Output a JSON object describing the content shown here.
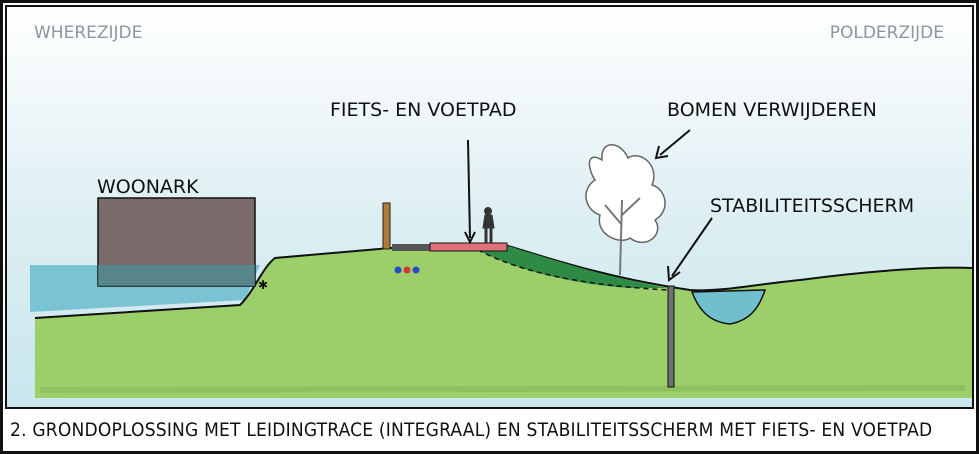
{
  "labels": {
    "left_side": "WHEREZIJDE",
    "right_side": "POLDERZIJDE",
    "bike_path": "FIETS- EN VOETPAD",
    "remove_trees": "BOMEN VERWIJDEREN",
    "houseboat": "WOONARK",
    "stability_screen": "STABILITEITSSCHERM"
  },
  "caption": "2. GRONDOPLOSSING MET LEIDINGTRACE (INTEGRAAL) EN STABILITEITSSCHERM MET FIETS- EN VOETPAD",
  "colors": {
    "sky": "#dceef2",
    "grass": "#9ccf6a",
    "grass_dark": "#7fb553",
    "water": "#6fbfcf",
    "reinforcement": "#2e8a45",
    "houseboat": "#7a6a6a",
    "path": "#e0707a",
    "path_grey": "#555555",
    "post": "#b07a3a",
    "screen": "#707070",
    "pipes": [
      "#d23a3a",
      "#2a4bc8",
      "#3a3a3a"
    ]
  }
}
